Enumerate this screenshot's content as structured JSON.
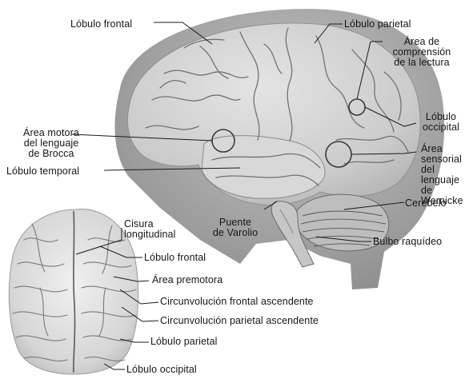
{
  "side_view_labels": {
    "lobulo_frontal": "Lóbulo frontal",
    "lobulo_parietal": "Lóbulo parietal",
    "area_comprension": "Área de\ncomprensión\nde la lectura",
    "area_broca": "Área motora\ndel lenguaje\nde Brocca",
    "lobulo_occipital": "Lóbulo\noccipital",
    "area_wernicke": "Área\nsensorial\ndel\nlenguaje\nde\nWernicke",
    "lobulo_temporal": "Lóbulo temporal",
    "cerebelo": "Cerebelo",
    "puente_varolio": "Puente\nde Varolio",
    "bulbo_raquideo": "Bulbo raquídeo"
  },
  "top_view_labels": {
    "cisura_longitudinal": "Cisura\nlongitudinal",
    "lobulo_frontal": "Lóbulo frontal",
    "area_premotora": "Área premotora",
    "circ_frontal_ascendente": "Circunvolución frontal ascendente",
    "circ_parietal_ascendente": "Circunvolución parietal ascendente",
    "lobulo_parietal": "Lóbulo parietal",
    "lobulo_occipital": "Lóbulo occipital"
  },
  "colors": {
    "background": "#ffffff",
    "head_silhouette": "#a6a6a6",
    "brain_tissue": "#cfcfcf",
    "sulcus_line": "#6e6e6e",
    "leader_line": "#1a1a1a"
  }
}
